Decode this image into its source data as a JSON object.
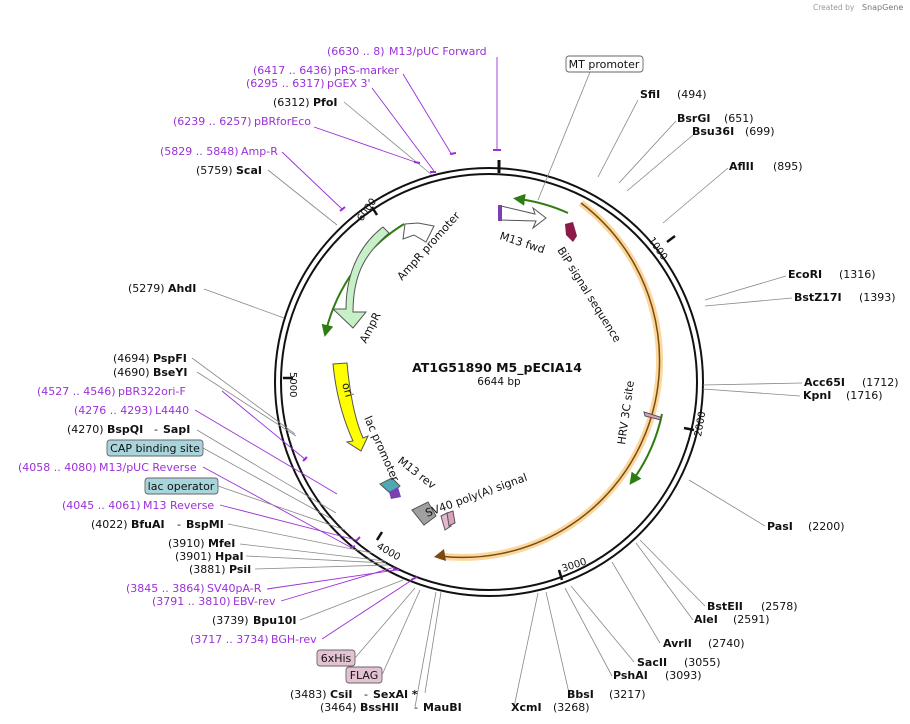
{
  "credit": {
    "created_by": "Created by",
    "brand": "SnapGene"
  },
  "plasmid": {
    "name": "AT1G51890 M5_pECIA14",
    "length_label": "6644 bp",
    "length": 6644
  },
  "ticks": [
    "1000",
    "2000",
    "3000",
    "4000",
    "5000",
    "6000"
  ],
  "features": {
    "mt_promoter": "MT promoter",
    "m13_fwd": "M13 fwd",
    "bip": "BiP signal sequence",
    "hrv": "HRV 3C site",
    "sv40": "SV40 poly(A) signal",
    "m13_rev": "M13 rev",
    "lac_promoter": "lac promoter",
    "ori": "ori",
    "ampr": "AmpR",
    "ampr_promoter": "AmpR promoter",
    "cap": "CAP binding site",
    "lac_operator": "lac operator",
    "his": "6xHis",
    "flag": "FLAG"
  },
  "enzymes": {
    "sfiI": {
      "name": "SfiI",
      "pos": "(494)"
    },
    "bsrGI": {
      "name": "BsrGI",
      "pos": "(651)"
    },
    "bsu36I": {
      "name": "Bsu36I",
      "pos": "(699)"
    },
    "aflII": {
      "name": "AflII",
      "pos": "(895)"
    },
    "ecoRI": {
      "name": "EcoRI",
      "pos": "(1316)"
    },
    "bstZ17I": {
      "name": "BstZ17I",
      "pos": "(1393)"
    },
    "acc65I": {
      "name": "Acc65I",
      "pos": "(1712)"
    },
    "kpnI": {
      "name": "KpnI",
      "pos": "(1716)"
    },
    "pasI": {
      "name": "PasI",
      "pos": "(2200)"
    },
    "bstEII": {
      "name": "BstEII",
      "pos": "(2578)"
    },
    "aleI": {
      "name": "AleI",
      "pos": "(2591)"
    },
    "avrII": {
      "name": "AvrII",
      "pos": "(2740)"
    },
    "sacII": {
      "name": "SacII",
      "pos": "(3055)"
    },
    "pshAI": {
      "name": "PshAI",
      "pos": "(3093)"
    },
    "bbsI": {
      "name": "BbsI",
      "pos": "(3217)"
    },
    "xcmI": {
      "name": "XcmI",
      "pos": "(3268)"
    },
    "csiI": {
      "pos": "(3483)",
      "name": "CsiI",
      "dash": "-",
      "name2": "SexAI *"
    },
    "bssHII": {
      "pos": "(3464)",
      "name": "BssHII",
      "dash": "-",
      "name2": "MauBI"
    },
    "bpu10I": {
      "pos": "(3739)",
      "name": "Bpu10I"
    },
    "psiI": {
      "pos": "(3881)",
      "name": "PsiI"
    },
    "hpaI": {
      "pos": "(3901)",
      "name": "HpaI"
    },
    "mfeI": {
      "pos": "(3910)",
      "name": "MfeI"
    },
    "bfuAI": {
      "pos": "(4022)",
      "name": "BfuAI",
      "dash": "-",
      "name2": "BspMI"
    },
    "bspQI": {
      "pos": "(4270)",
      "name": "BspQI",
      "dash": "-",
      "name2": "SapI"
    },
    "bseYI": {
      "pos": "(4690)",
      "name": "BseYI"
    },
    "pspFI": {
      "pos": "(4694)",
      "name": "PspFI"
    },
    "ahdI": {
      "pos": "(5279)",
      "name": "AhdI"
    },
    "scaI": {
      "pos": "(5759)",
      "name": "ScaI"
    },
    "pfoI": {
      "pos": "(6312)",
      "name": "PfoI"
    }
  },
  "primers": {
    "m13puc_fwd": {
      "range": "(6630 .. 8)",
      "name": "M13/pUC Forward"
    },
    "prs": {
      "range": "(6417 .. 6436)",
      "name": "pRS-marker"
    },
    "pgex": {
      "range": "(6295 .. 6317)",
      "name": "pGEX 3'"
    },
    "pbrforeco": {
      "range": "(6239 .. 6257)",
      "name": "pBRforEco"
    },
    "ampr_p": {
      "range": "(5829 .. 5848)",
      "name": "Amp-R"
    },
    "pbr322": {
      "range": "(4527 .. 4546)",
      "name": "pBR322ori-F"
    },
    "l4440": {
      "range": "(4276 .. 4293)",
      "name": "L4440"
    },
    "m13puc_rev": {
      "range": "(4058 .. 4080)",
      "name": "M13/pUC Reverse"
    },
    "m13_rev": {
      "range": "(4045 .. 4061)",
      "name": "M13 Reverse"
    },
    "sv40par": {
      "range": "(3845 .. 3864)",
      "name": "SV40pA-R"
    },
    "ebv": {
      "range": "(3791 .. 3810)",
      "name": "EBV-rev"
    },
    "bgh": {
      "range": "(3717 .. 3734)",
      "name": "BGH-rev"
    }
  },
  "colors": {
    "primer": "#9b30d9",
    "ori": "#ffff00",
    "ampr": "#c8f0c8",
    "insert": "#f5a623",
    "box_blue": "#a8d4dc",
    "box_pink": "#e3c3d3"
  }
}
